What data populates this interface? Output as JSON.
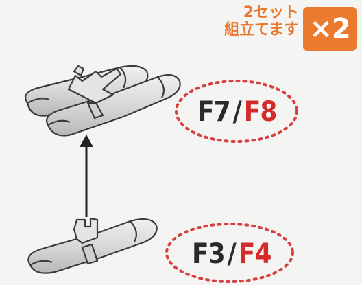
{
  "note": {
    "line1": "2セット",
    "line2": "組立てます"
  },
  "badge": {
    "text": "×2"
  },
  "labels": {
    "top": {
      "a": "F7",
      "sep": "/",
      "b": "F8"
    },
    "bottom": {
      "a": "F3",
      "sep": "/",
      "b": "F4"
    }
  },
  "colors": {
    "accent": "#ea7a2e",
    "highlight_part": "#d42a2a",
    "dash_ring": "#d64040",
    "part_fill": "#d9d9d7",
    "part_stroke": "#3a3a3a"
  }
}
